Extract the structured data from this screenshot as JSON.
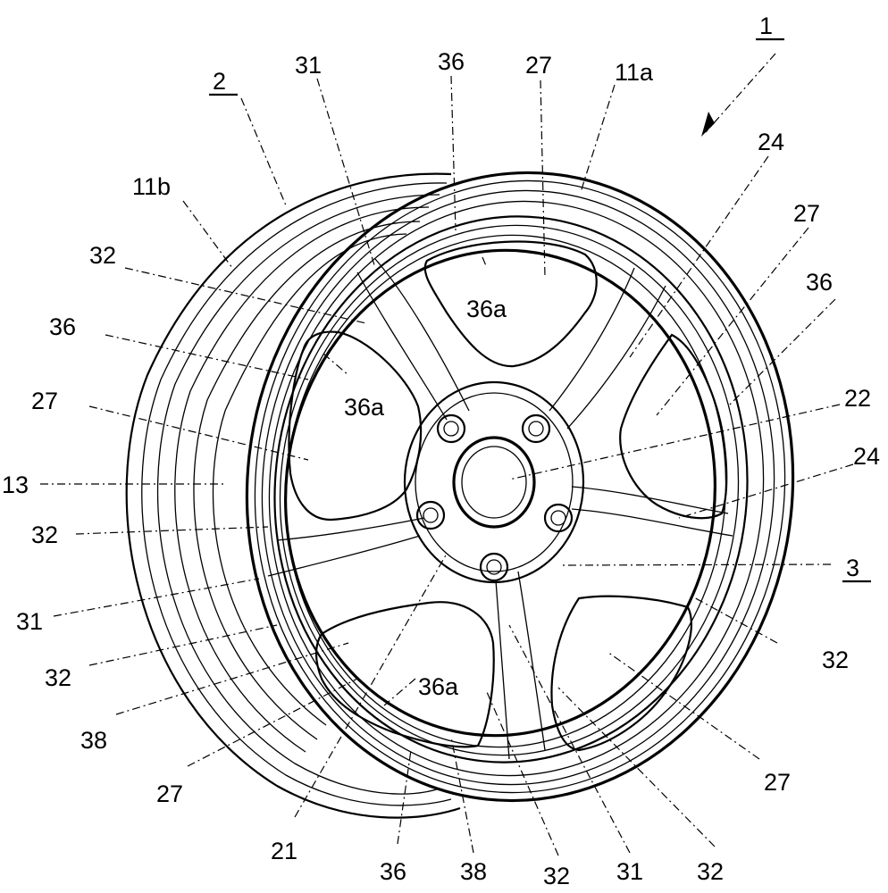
{
  "figure": {
    "reference_labels": [
      {
        "id": "ref-1",
        "text": "1"
      },
      {
        "id": "ref-2",
        "text": "2"
      },
      {
        "id": "ref-3",
        "text": "3"
      }
    ],
    "labels": [
      {
        "id": "l-31-top",
        "text": "31"
      },
      {
        "id": "l-36-top",
        "text": "36"
      },
      {
        "id": "l-27-top",
        "text": "27"
      },
      {
        "id": "l-11a",
        "text": "11a"
      },
      {
        "id": "l-24-top",
        "text": "24"
      },
      {
        "id": "l-11b",
        "text": "11b"
      },
      {
        "id": "l-27-right",
        "text": "27"
      },
      {
        "id": "l-32-left-top",
        "text": "32"
      },
      {
        "id": "l-36a-top",
        "text": "36a"
      },
      {
        "id": "l-36-right",
        "text": "36"
      },
      {
        "id": "l-36-left",
        "text": "36"
      },
      {
        "id": "l-36a-left",
        "text": "36a"
      },
      {
        "id": "l-27-left",
        "text": "27"
      },
      {
        "id": "l-22",
        "text": "22"
      },
      {
        "id": "l-24-right",
        "text": "24"
      },
      {
        "id": "l-13",
        "text": "13"
      },
      {
        "id": "l-32-left-mid",
        "text": "32"
      },
      {
        "id": "l-31-left",
        "text": "31"
      },
      {
        "id": "l-32-right",
        "text": "32"
      },
      {
        "id": "l-32-left-low",
        "text": "32"
      },
      {
        "id": "l-36a-bottom",
        "text": "36a"
      },
      {
        "id": "l-38-left",
        "text": "38"
      },
      {
        "id": "l-27-bottom-right",
        "text": "27"
      },
      {
        "id": "l-27-bottom-left",
        "text": "27"
      },
      {
        "id": "l-21",
        "text": "21"
      },
      {
        "id": "l-36-bottom",
        "text": "36"
      },
      {
        "id": "l-38-bottom",
        "text": "38"
      },
      {
        "id": "l-32-bottom-a",
        "text": "32"
      },
      {
        "id": "l-31-bottom",
        "text": "31"
      },
      {
        "id": "l-32-bottom-b",
        "text": "32"
      }
    ]
  }
}
